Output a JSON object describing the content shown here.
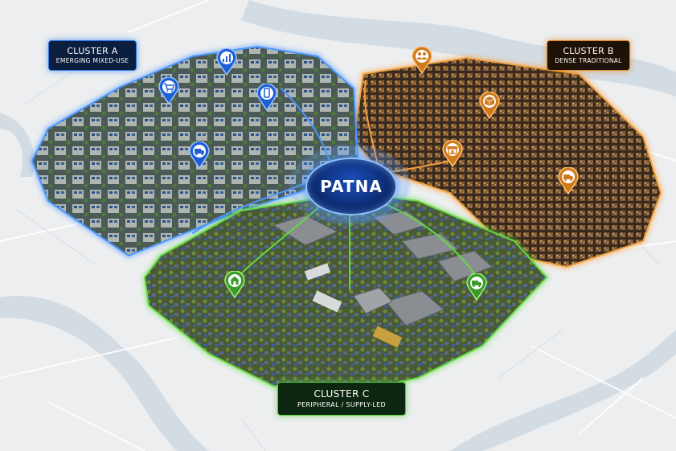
{
  "hub": {
    "label": "PATNA"
  },
  "clusters": [
    {
      "id": "a",
      "title": "CLUSTER A",
      "subtitle": "EMERGING MIXED-USE",
      "color": "#2f7be8"
    },
    {
      "id": "b",
      "title": "CLUSTER B",
      "subtitle": "DENSE TRADITIONAL",
      "color": "#e08a2a"
    },
    {
      "id": "c",
      "title": "CLUSTER C",
      "subtitle": "PERIPHERAL / SUPPLY-LED",
      "color": "#57c93c"
    }
  ],
  "pins": [
    {
      "cluster": "a",
      "icon": "bar-chart-icon"
    },
    {
      "cluster": "a",
      "icon": "shopping-cart-icon"
    },
    {
      "cluster": "a",
      "icon": "smartphone-icon"
    },
    {
      "cluster": "a",
      "icon": "delivery-truck-icon"
    },
    {
      "cluster": "b",
      "icon": "people-icon"
    },
    {
      "cluster": "b",
      "icon": "package-icon"
    },
    {
      "cluster": "b",
      "icon": "storefront-icon"
    },
    {
      "cluster": "b",
      "icon": "delivery-truck-icon"
    },
    {
      "cluster": "c",
      "icon": "home-icon"
    },
    {
      "cluster": "c",
      "icon": "delivery-truck-icon"
    }
  ]
}
